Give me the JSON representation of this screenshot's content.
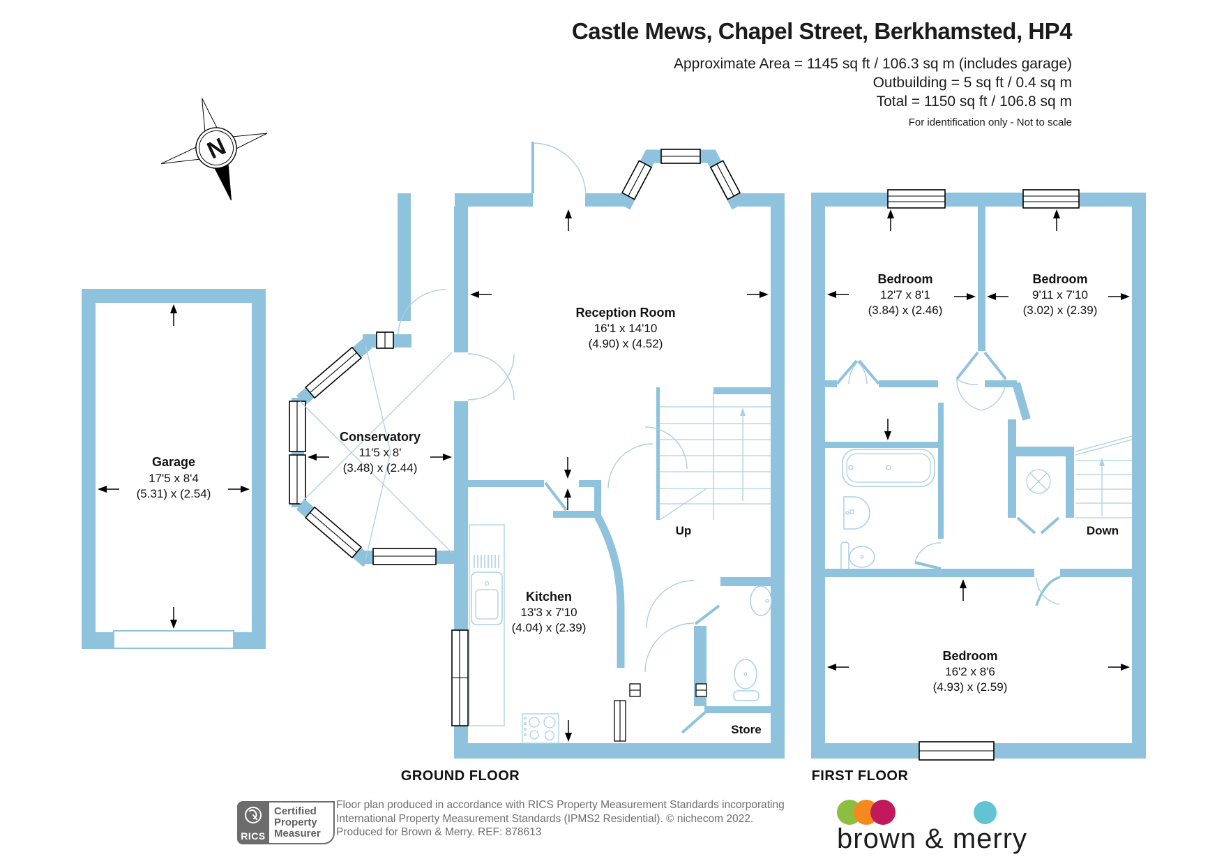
{
  "header": {
    "title": "Castle Mews, Chapel Street, Berkhamsted, HP4",
    "area_line1": "Approximate Area = 1145 sq ft / 106.3 sq m (includes garage)",
    "area_line2": "Outbuilding = 5 sq ft / 0.4 sq m",
    "area_line3": "Total = 1150 sq ft / 106.8 sq m",
    "note": "For identification only - Not to scale"
  },
  "compass": {
    "north": "N"
  },
  "floors": {
    "ground": "GROUND FLOOR",
    "first": "FIRST FLOOR"
  },
  "rooms": {
    "garage": {
      "name": "Garage",
      "imperial": "17'5 x 8'4",
      "metric": "(5.31) x (2.54)"
    },
    "reception": {
      "name": "Reception Room",
      "imperial": "16'1 x 14'10",
      "metric": "(4.90) x (4.52)"
    },
    "conservatory": {
      "name": "Conservatory",
      "imperial": "11'5 x 8'",
      "metric": "(3.48) x (2.44)"
    },
    "kitchen": {
      "name": "Kitchen",
      "imperial": "13'3 x 7'10",
      "metric": "(4.04) x (2.39)"
    },
    "bedroom1": {
      "name": "Bedroom",
      "imperial": "12'7 x 8'1",
      "metric": "(3.84) x (2.46)"
    },
    "bedroom2": {
      "name": "Bedroom",
      "imperial": "9'11 x 7'10",
      "metric": "(3.02) x (2.39)"
    },
    "bedroom3": {
      "name": "Bedroom",
      "imperial": "16'2 x 8'6",
      "metric": "(4.93) x (2.59)"
    }
  },
  "annotations": {
    "up": "Up",
    "down": "Down",
    "store": "Store"
  },
  "footer": {
    "rics_acronym": "RICS",
    "cert_line1": "Certified",
    "cert_line2": "Property",
    "cert_line3": "Measurer",
    "disclaimer_line1": "Floor plan produced in accordance with RICS Property Measurement Standards incorporating",
    "disclaimer_line2": "International Property Measurement Standards (IPMS2 Residential).   © nichecom 2022.",
    "disclaimer_line3": "Produced for Brown & Merry.   REF:  878613",
    "brand": "brown & merry"
  },
  "colors": {
    "wall": "#8FC2DC",
    "arc": "#A9D0E2",
    "rics_gray": "#6c6c6c",
    "brand_green": "#8CBF3F",
    "brand_orange": "#F6891E",
    "brand_crimson": "#C1195B",
    "brand_teal": "#62C4D2"
  }
}
